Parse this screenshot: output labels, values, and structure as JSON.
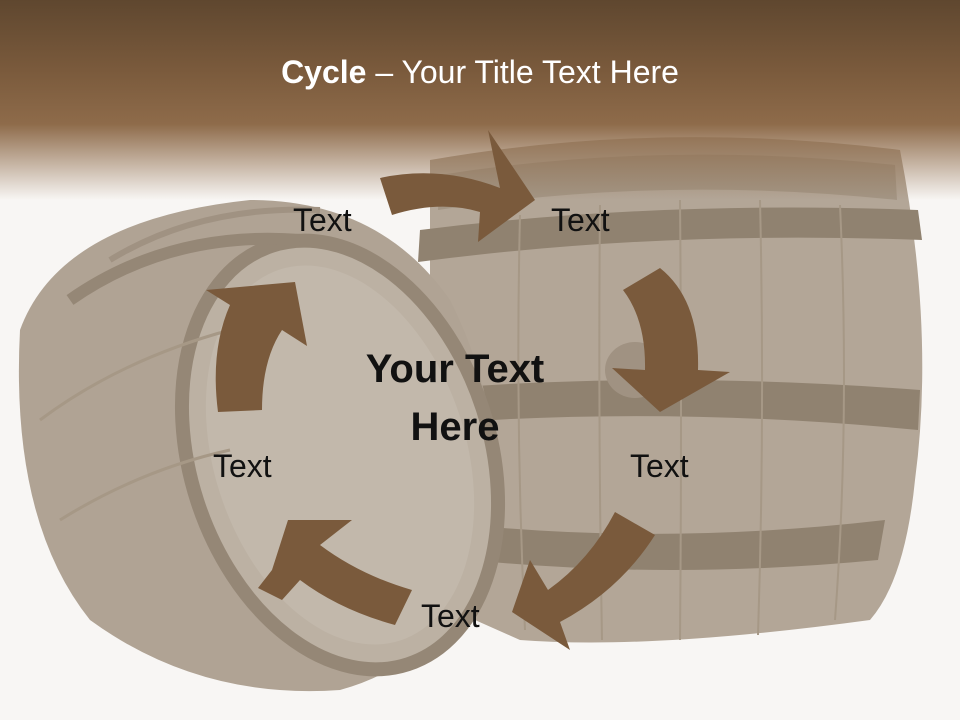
{
  "slide": {
    "title_bold": "Cycle",
    "title_rest": " – Your Title Text Here",
    "center_text_line1": "Your Text",
    "center_text_line2": "Here"
  },
  "cycle_nodes": [
    {
      "label": "Text"
    },
    {
      "label": "Text"
    },
    {
      "label": "Text"
    },
    {
      "label": "Text"
    },
    {
      "label": "Text"
    }
  ],
  "colors": {
    "header_brown": "#6b4f35",
    "arrow_brown": "#7a5a3c",
    "barrel_wood": "#b5a898",
    "text_dark": "#111111",
    "title_text": "#ffffff"
  },
  "icons": [
    "wooden-barrel-upright",
    "wooden-barrel-lying",
    "cycle-arrow"
  ]
}
